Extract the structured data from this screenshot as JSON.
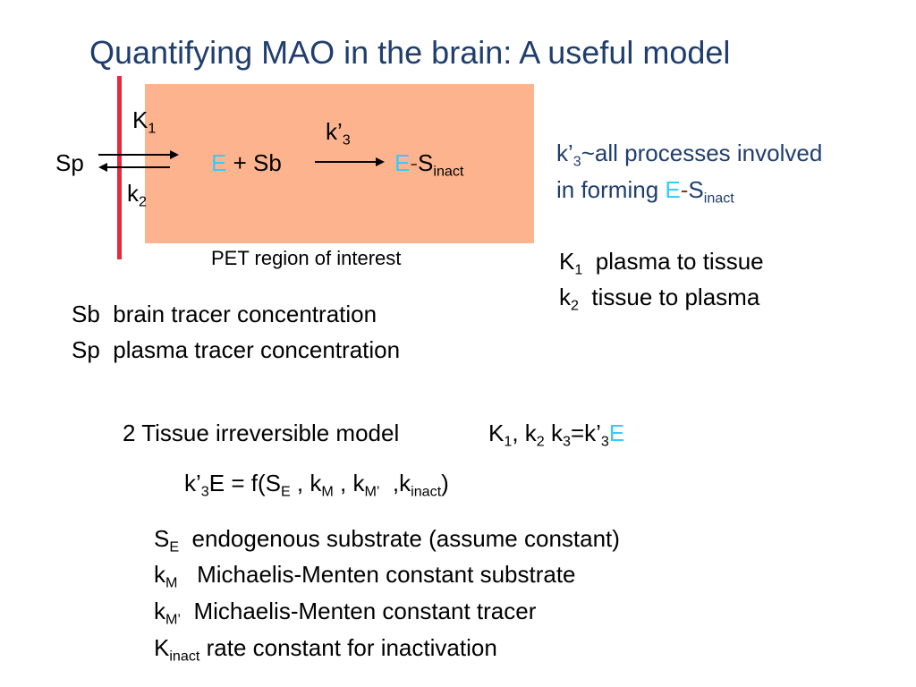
{
  "title": "Quantifying MAO in the brain:  A useful  model",
  "diagram": {
    "k1_base": "K",
    "k1_sub": "1",
    "k2_base": "k",
    "k2_sub": "2",
    "k3_base": "k’",
    "k3_sub": "3",
    "sp": "Sp",
    "e": "E",
    "plus_sb": " + Sb",
    "es_e": "E",
    "es_dash": "-",
    "es_s": "S",
    "es_sub": "inact",
    "region_label": "PET region of interest"
  },
  "k3_note": {
    "line1_base": "k’",
    "line1_sub": "3",
    "line1_rest": "~all processes involved",
    "line2_pre": "in forming ",
    "line2_e": "E",
    "line2_dash": "-",
    "line2_s": "S",
    "line2_sub": "inact"
  },
  "rate_defs": [
    {
      "base": "K",
      "sub": "1",
      "text": "  plasma to tissue"
    },
    {
      "base": "k",
      "sub": "2",
      "text": "  tissue to plasma"
    }
  ],
  "conc_defs": [
    "Sb  brain tracer concentration",
    "Sp  plasma tracer concentration"
  ],
  "model": {
    "name": "2 Tissue irreversible model",
    "k_pre": "K",
    "k_sub1": "1",
    "k_mid1": ", k",
    "k_sub2": "2",
    "k_mid2": " k",
    "k_sub3": "3",
    "k_mid3": "=k’",
    "k_sub4": "3",
    "k_e": "E"
  },
  "equation": {
    "p1": "k’",
    "s1": "3",
    "p2": "E = f(S",
    "s2": "E",
    "p3": " , k",
    "s3": "M",
    "p4": " , k",
    "s4": "M’",
    "p5": "  ,k",
    "s5": "inact",
    "p6": ")"
  },
  "param_defs": [
    {
      "base": "S",
      "sub": "E",
      "text": "  endogenous substrate (assume constant)"
    },
    {
      "base": "k",
      "sub": "M",
      "text": "   Michaelis-Menten constant substrate"
    },
    {
      "base": "k",
      "sub": "M’",
      "text": "  Michaelis-Menten constant tracer"
    },
    {
      "base": "K",
      "sub": "inact",
      "text": " rate constant for inactivation"
    }
  ],
  "colors": {
    "title": "#1f3e6e",
    "roi_fill": "#fdb38d",
    "membrane": "#e8283c",
    "enzyme": "#33ccff"
  }
}
